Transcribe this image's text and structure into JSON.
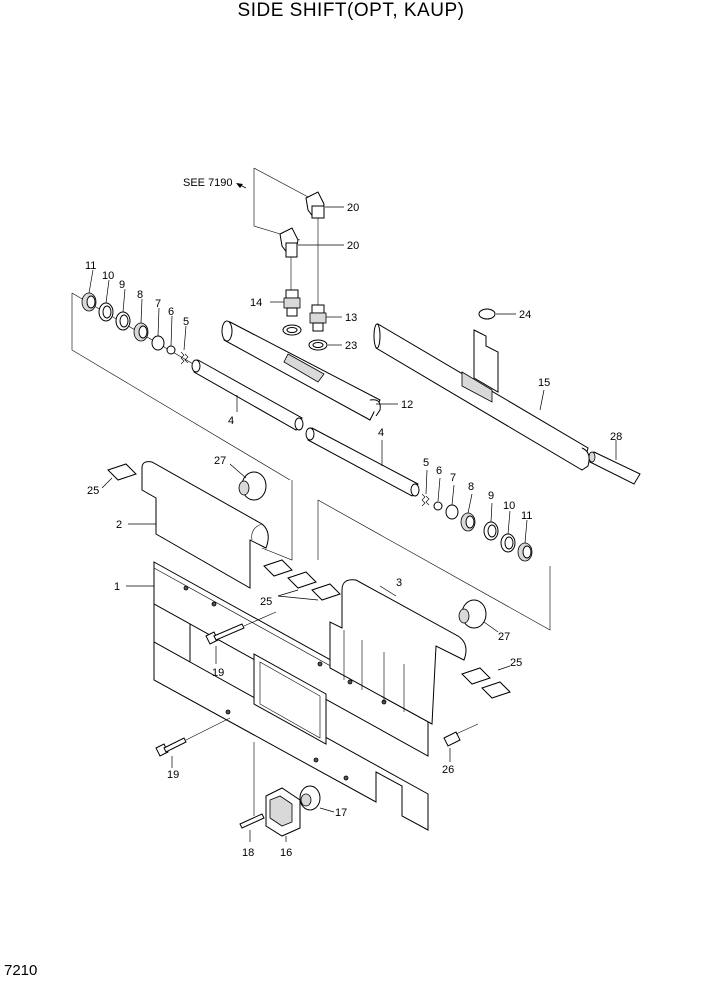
{
  "title": "SIDE SHIFT(OPT, KAUP)",
  "page_number": "7210",
  "reference": "SEE 7190",
  "callouts": {
    "c20a": "20",
    "c20b": "20",
    "c11a": "11",
    "c10a": "10",
    "c9a": "9",
    "c8a": "8",
    "c7a": "7",
    "c6a": "6",
    "c5a": "5",
    "c14": "14",
    "c13": "13",
    "c23": "23",
    "c24": "24",
    "c15": "15",
    "c12": "12",
    "c4a": "4",
    "c4b": "4",
    "c28": "28",
    "c27a": "27",
    "c25a": "25",
    "c2": "2",
    "c5b": "5",
    "c6b": "6",
    "c7b": "7",
    "c8b": "8",
    "c9b": "9",
    "c10b": "10",
    "c11b": "11",
    "c1": "1",
    "c25b": "25",
    "c3": "3",
    "c27b": "27",
    "c19a": "19",
    "c25c": "25",
    "c19b": "19",
    "c26": "26",
    "c17": "17",
    "c18": "18",
    "c16": "16"
  }
}
